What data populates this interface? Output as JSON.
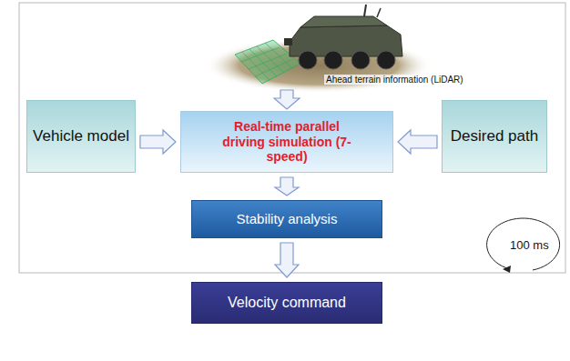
{
  "diagram": {
    "nodes": [
      {
        "text": [
          "Vehicle model"
        ]
      },
      {
        "text": [
          "Real-time parallel driving simulation (7-speed)"
        ]
      },
      {
        "text": [
          "Desired path"
        ]
      },
      {
        "text": [
          "Stability analysis"
        ]
      },
      {
        "text": [
          "Velocity command"
        ]
      }
    ],
    "edges": [
      {
        "from": 0,
        "to": 1,
        "arrow": "to"
      },
      {
        "from": 2,
        "to": 1,
        "arrow": "to"
      },
      {
        "from": 1,
        "to": 3,
        "arrow": "to"
      },
      {
        "from": 3,
        "to": 4,
        "arrow": "to"
      }
    ],
    "labels": [
      "Ahead terrain information (LiDAR)",
      "100 ms"
    ]
  }
}
